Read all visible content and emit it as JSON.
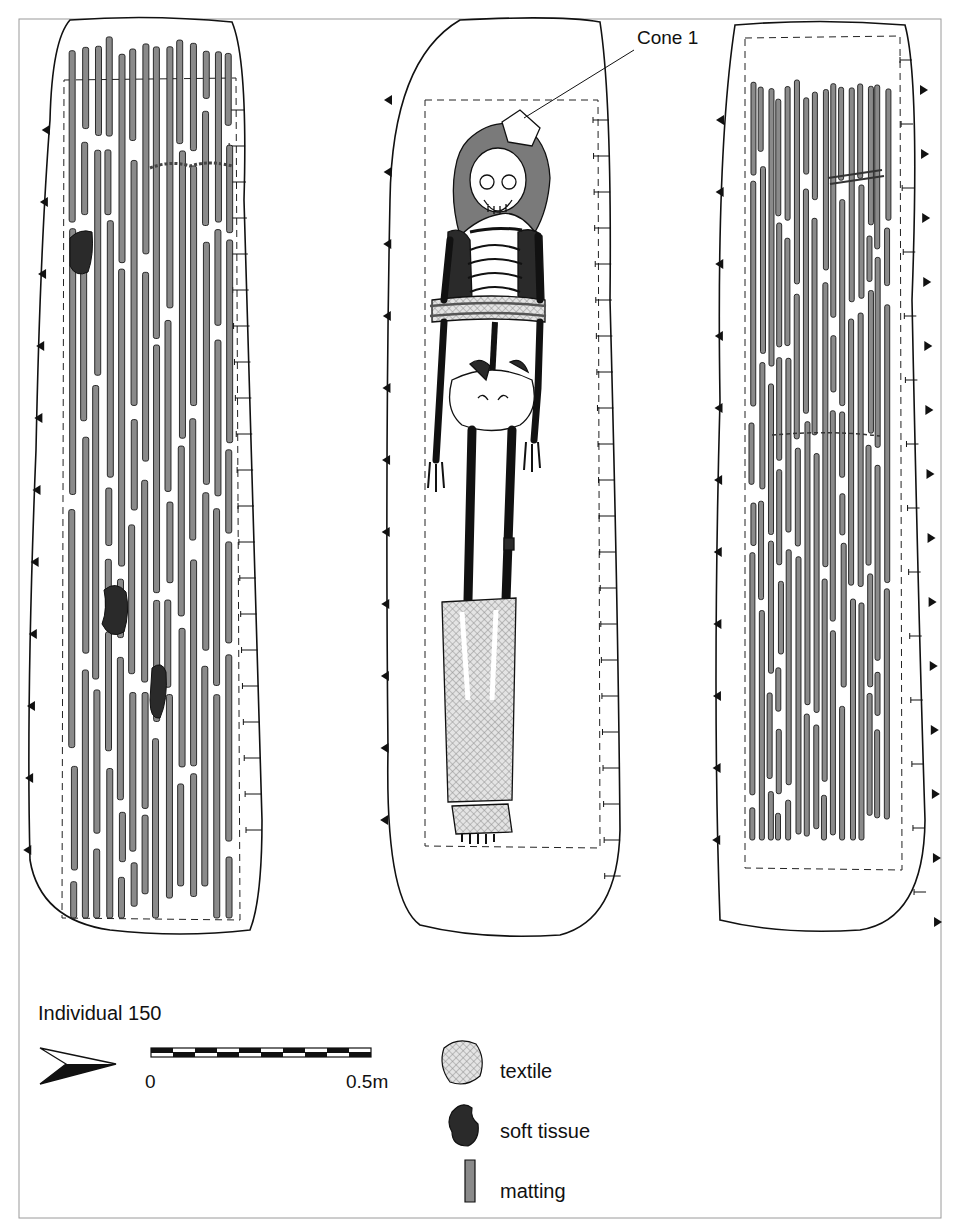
{
  "diagram": {
    "labels": [
      "Cone 1",
      "Individual 150",
      "0",
      "0.5m"
    ],
    "legend": [
      {
        "text": "textile"
      },
      {
        "text": "soft tissue",
        "color": "#2a2a2a"
      },
      {
        "text": "matting",
        "color": "#8a8a8a"
      }
    ]
  }
}
